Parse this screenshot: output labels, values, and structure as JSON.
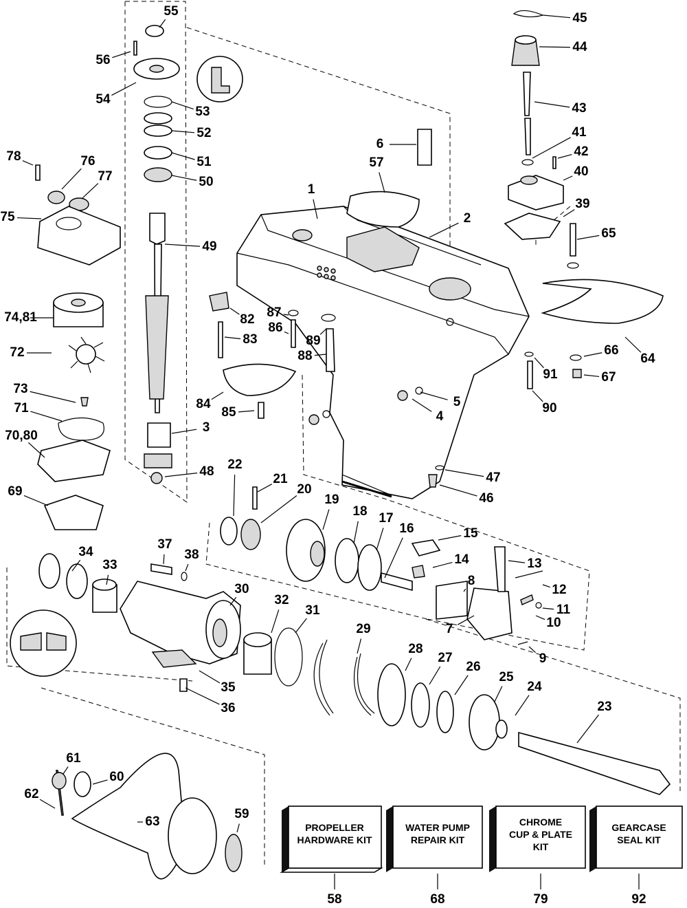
{
  "callouts": [
    "1",
    "2",
    "3",
    "4",
    "5",
    "6",
    "7",
    "8",
    "9",
    "10",
    "11",
    "12",
    "13",
    "14",
    "15",
    "16",
    "17",
    "18",
    "19",
    "20",
    "21",
    "22",
    "23",
    "24",
    "25",
    "26",
    "27",
    "28",
    "29",
    "30",
    "31",
    "32",
    "33",
    "34",
    "35",
    "36",
    "37",
    "38",
    "39",
    "40",
    "41",
    "42",
    "43",
    "44",
    "45",
    "46",
    "47",
    "48",
    "49",
    "50",
    "51",
    "52",
    "53",
    "54",
    "55",
    "56",
    "57",
    "59",
    "60",
    "61",
    "62",
    "63",
    "64",
    "65",
    "66",
    "67",
    "69",
    "70,80",
    "71",
    "72",
    "73",
    "74,81",
    "75",
    "76",
    "77",
    "78",
    "82",
    "83",
    "84",
    "85",
    "86",
    "87",
    "88",
    "89",
    "90",
    "91"
  ],
  "kits": [
    {
      "line1": "PROPELLER",
      "line2": "HARDWARE KIT",
      "line3": "",
      "number": "58"
    },
    {
      "line1": "WATER PUMP",
      "line2": "REPAIR KIT",
      "line3": "",
      "number": "68"
    },
    {
      "line1": "CHROME",
      "line2": "CUP & PLATE",
      "line3": "KIT",
      "number": "79"
    },
    {
      "line1": "GEARCASE",
      "line2": "SEAL KIT",
      "line3": "",
      "number": "92"
    }
  ],
  "icons": [
    "lubricant-icon",
    "sealant-icon"
  ]
}
